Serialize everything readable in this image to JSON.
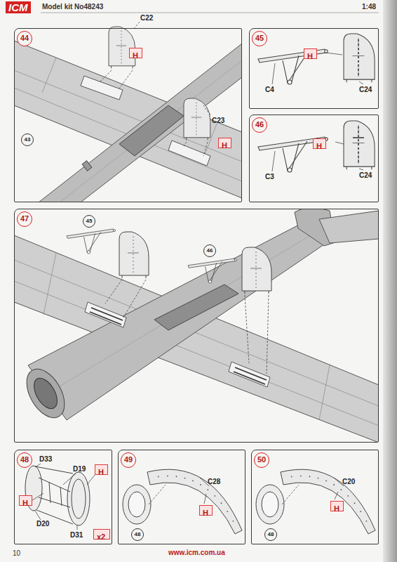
{
  "diagram": {
    "nodes": [
      {
        "text": [
          "44"
        ]
      },
      {
        "text": [
          "H"
        ],
        "in": 0
      },
      {
        "text": [
          "H"
        ],
        "in": 0
      },
      {
        "text": [
          "45"
        ]
      },
      {
        "text": [
          "H"
        ],
        "in": 3
      },
      {
        "text": [
          "46"
        ]
      },
      {
        "text": [
          "H"
        ],
        "in": 5
      },
      {
        "text": [
          "47"
        ]
      },
      {
        "text": [
          "48"
        ]
      },
      {
        "text": [
          "H"
        ],
        "in": 8
      },
      {
        "text": [
          "H"
        ],
        "in": 8
      },
      {
        "text": [
          "x2"
        ],
        "in": 8
      },
      {
        "text": [
          "49"
        ]
      },
      {
        "text": [
          "H"
        ],
        "in": 12
      },
      {
        "text": [
          "50"
        ]
      },
      {
        "text": [
          "H"
        ],
        "in": 14
      }
    ],
    "labels": [
      "ICM",
      "Model kit No48243",
      "1:48",
      "C22",
      "43",
      "C23",
      "C4",
      "C24",
      "C3",
      "C24",
      "45",
      "46",
      "D33",
      "D19",
      "D20",
      "D31",
      "C28",
      "48",
      "C20",
      "48",
      "10",
      "www.icm.com.ua"
    ]
  }
}
